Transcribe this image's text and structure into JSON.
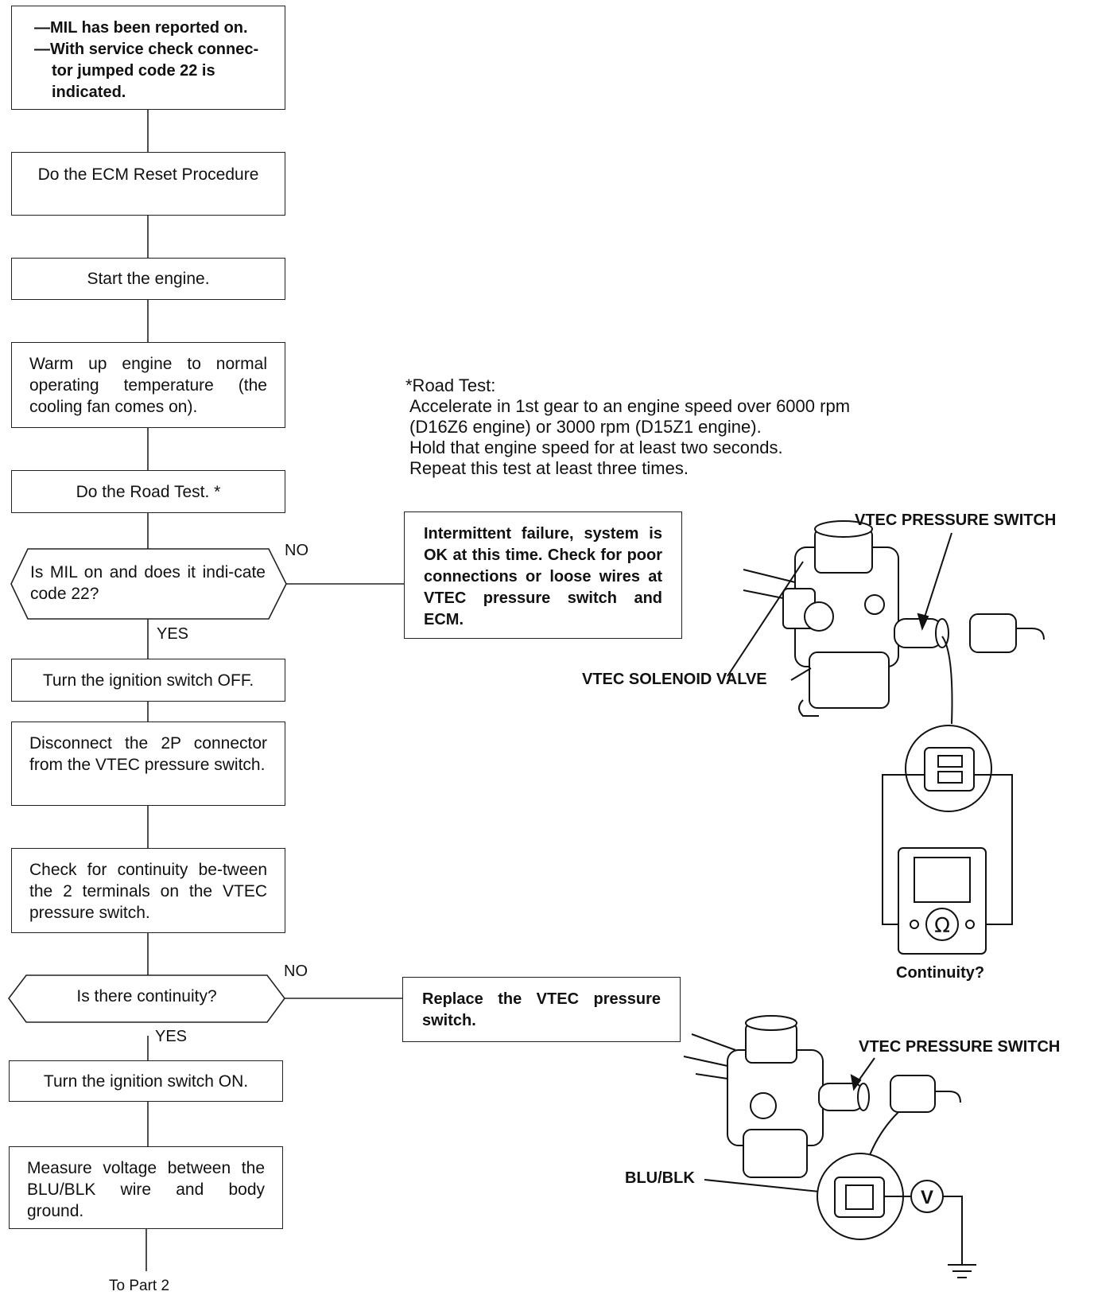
{
  "flow": {
    "start_box": {
      "lines": [
        "—MIL has been reported on.",
        "—With service check connec-",
        "tor  jumped code 22 is",
        "indicated."
      ]
    },
    "ecm_reset": "Do the ECM Reset Procedure",
    "start_engine": "Start the engine.",
    "warm_up": "Warm up engine to normal operating temperature (the cooling fan comes on).",
    "road_test": "Do the Road Test. *",
    "decision_mil": "Is MIL on and does it indi-cate code 22?",
    "no_label_1": "NO",
    "yes_label_1": "YES",
    "ignition_off": "Turn the ignition switch OFF.",
    "disconnect": "Disconnect the 2P connector from the VTEC pressure switch.",
    "check_continuity": "Check for continuity be-tween the 2 terminals on the VTEC pressure switch.",
    "decision_continuity": "Is there continuity?",
    "no_label_2": "NO",
    "yes_label_2": "YES",
    "ignition_on": "Turn the ignition switch ON.",
    "measure_voltage": "Measure voltage between the BLU/BLK wire and body ground.",
    "to_part": "To Part 2",
    "intermittent": "Intermittent failure, system is OK at this time. Check for poor connections or loose wires at VTEC pressure switch and ECM.",
    "replace": "Replace the VTEC pressure switch."
  },
  "road_test_note": {
    "heading": "*Road Test:",
    "lines": [
      "Accelerate in 1st gear to an engine speed over 6000 rpm",
      "(D16Z6 engine) or 3000 rpm (D15Z1 engine).",
      "Hold that engine speed for at least two seconds.",
      "Repeat this test at least three times."
    ]
  },
  "diagram_top": {
    "pressure_switch_label": "VTEC PRESSURE SWITCH",
    "solenoid_label": "VTEC SOLENOID VALVE",
    "continuity_label": "Continuity?",
    "meter_symbol": "Ω"
  },
  "diagram_bottom": {
    "pressure_switch_label": "VTEC PRESSURE SWITCH",
    "wire_label": "BLU/BLK",
    "meter_symbol": "V"
  },
  "colors": {
    "ink": "#111111",
    "paper": "#ffffff"
  }
}
